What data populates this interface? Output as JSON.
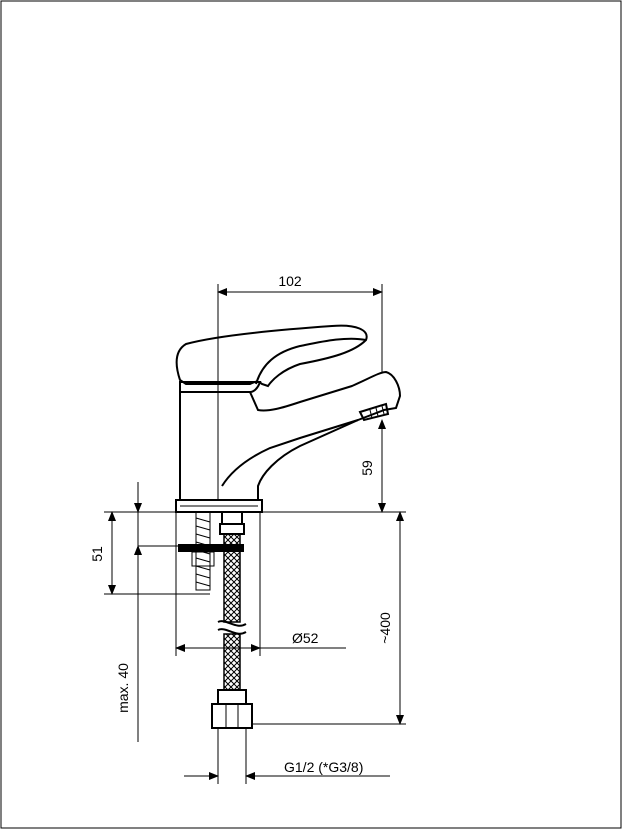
{
  "drawing": {
    "dimensions": {
      "width_spout": "102",
      "height_spout": "59",
      "deck_thickness": "51",
      "max_deck": "max. 40",
      "hose_length": "~400",
      "base_diameter": "Ø52",
      "thread": "G1/2 (*G3/8)"
    }
  }
}
